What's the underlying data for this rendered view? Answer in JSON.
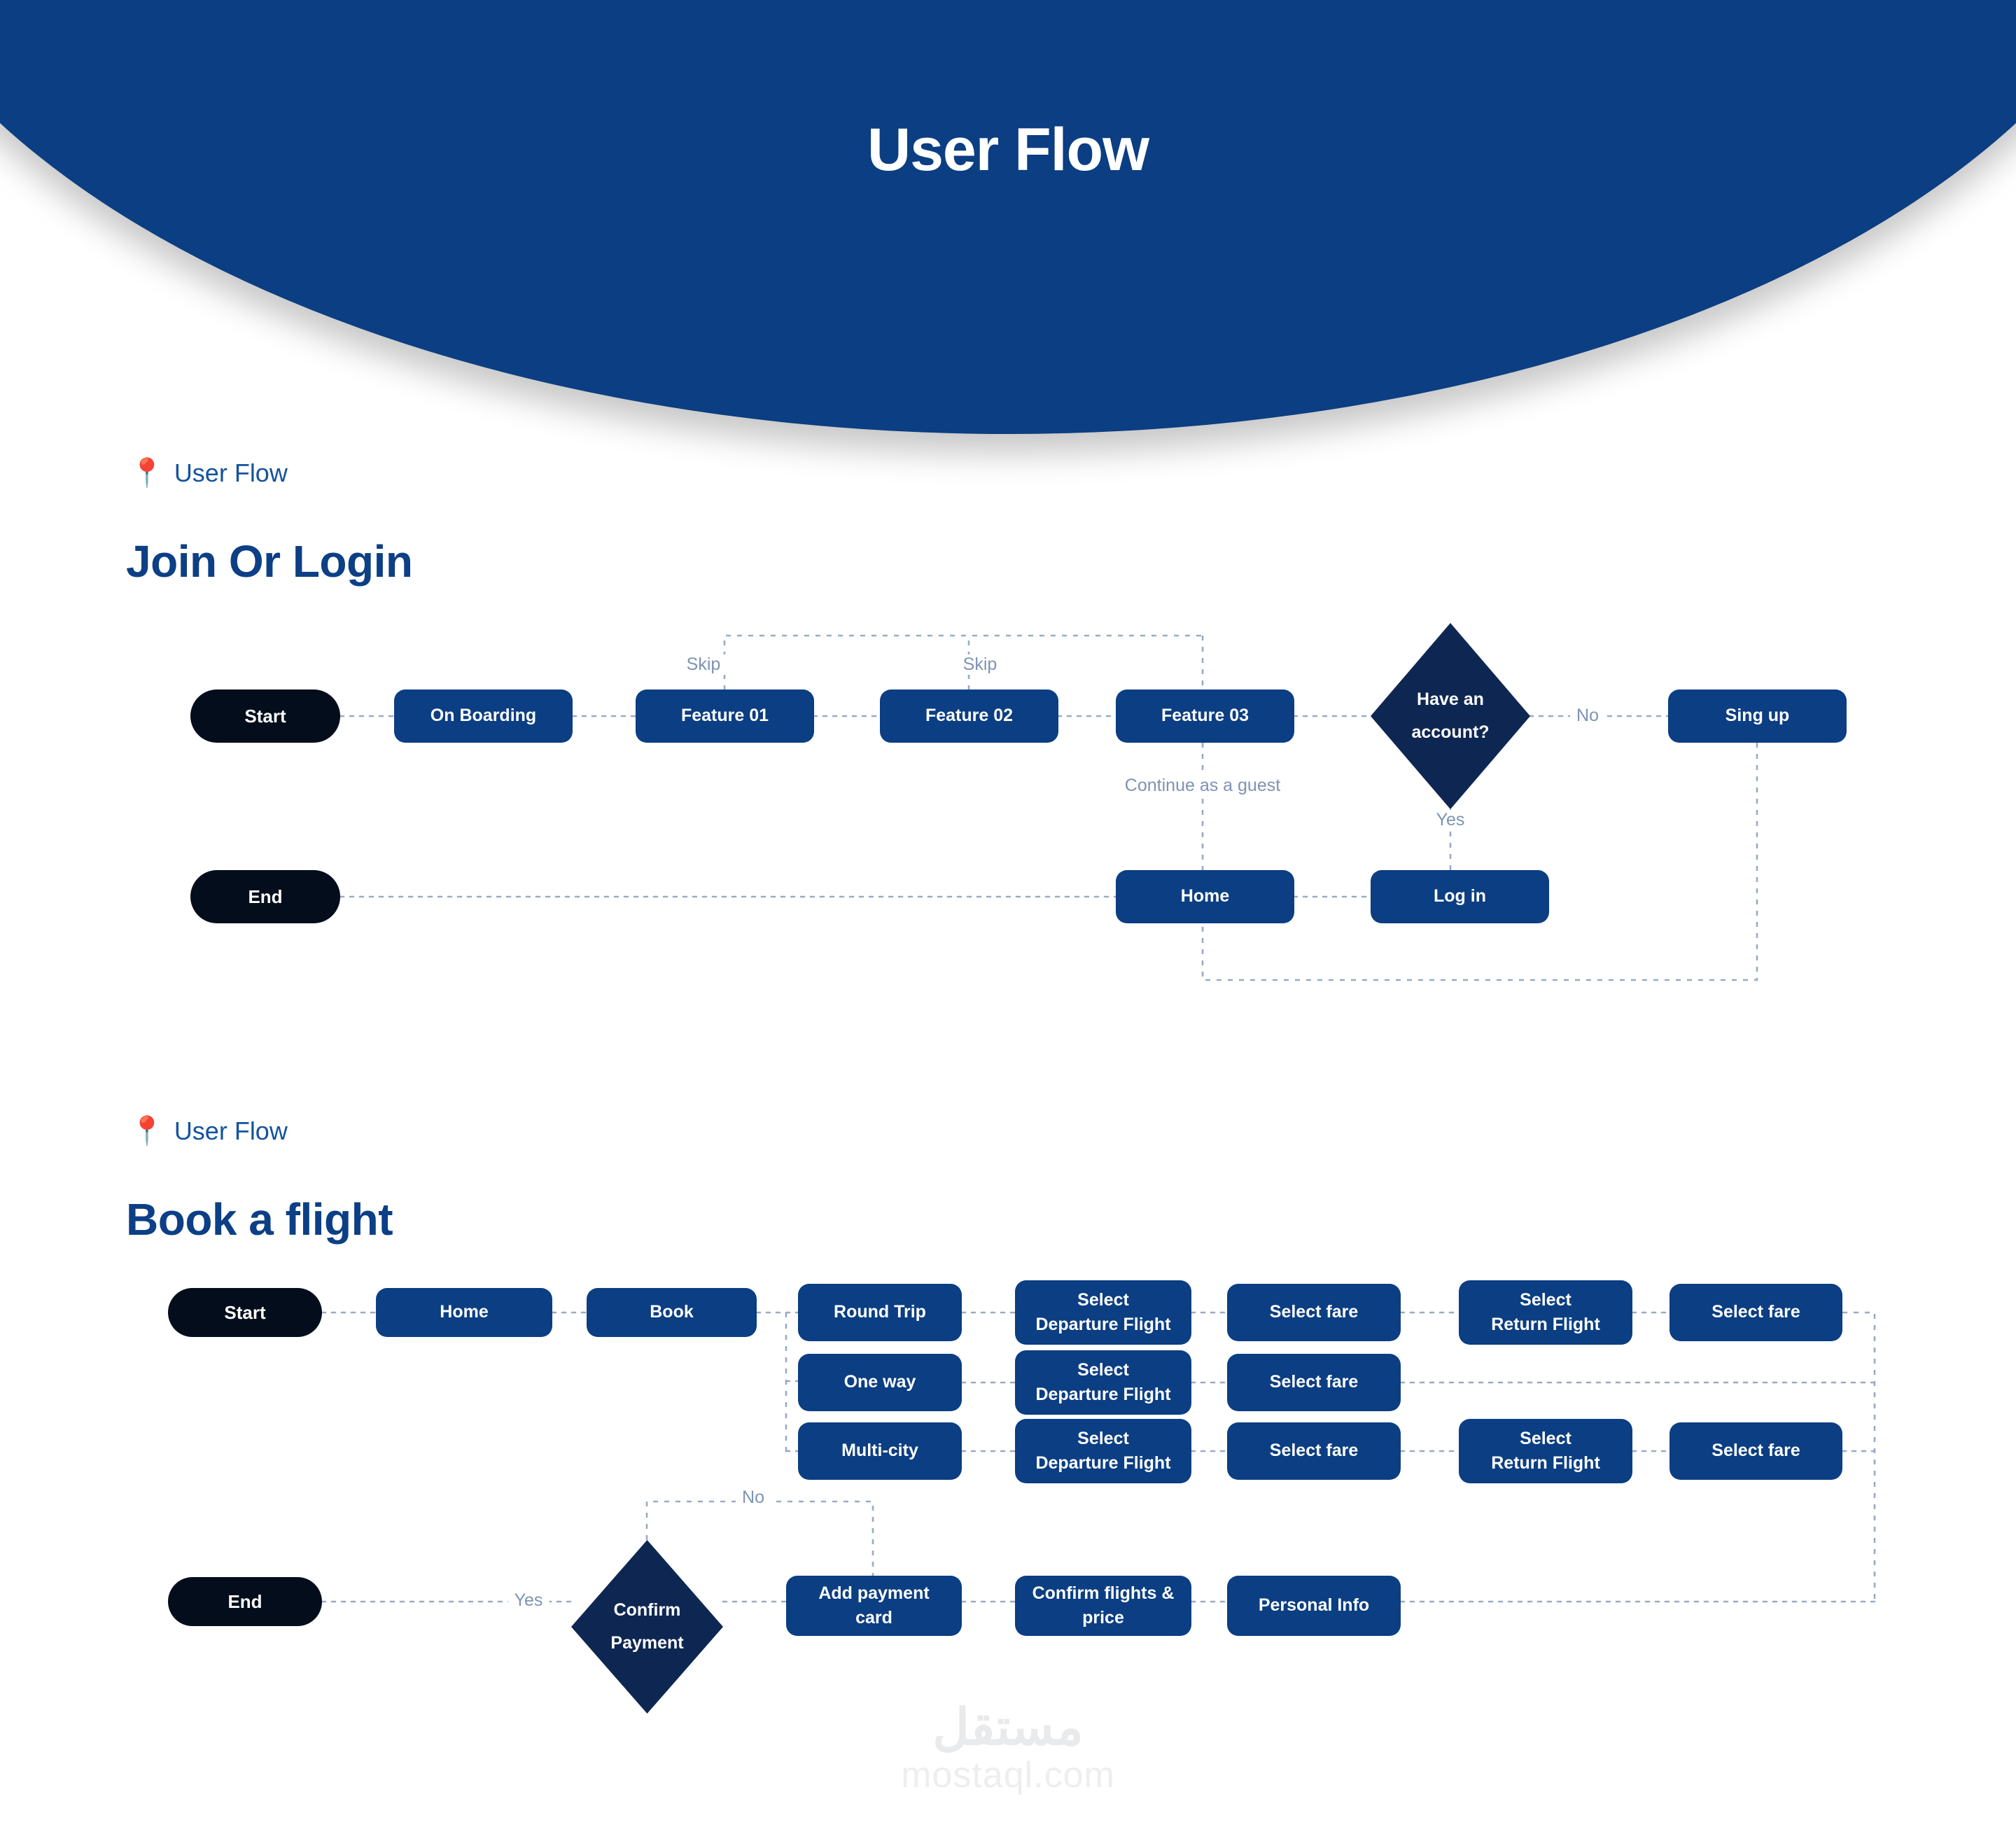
{
  "header": {
    "title": "User Flow",
    "background_color": "#0B3E82"
  },
  "colors": {
    "brand_blue": "#0B3E82",
    "deep_navy": "#0E2752",
    "terminal_black": "#040D1C",
    "heading_blue": "#0C3F85",
    "eyebrow_blue": "#14539E",
    "edge_label_gray": "#7E93B4",
    "connector_gray": "#9AAAC2"
  },
  "sections": [
    {
      "eyebrow": "User Flow",
      "eyebrow_icon": "map-pin-icon",
      "title": "Join Or Login",
      "nodes": [
        {
          "id": "start",
          "label": "Start",
          "type": "terminal"
        },
        {
          "id": "onboard",
          "label": "On Boarding",
          "type": "process"
        },
        {
          "id": "feature01",
          "label": "Feature 01",
          "type": "process"
        },
        {
          "id": "feature02",
          "label": "Feature 02",
          "type": "process"
        },
        {
          "id": "feature03",
          "label": "Feature 03",
          "type": "process"
        },
        {
          "id": "haveacct",
          "label": "Have an account?",
          "type": "decision",
          "line1": "Have an",
          "line2": "account?"
        },
        {
          "id": "signup",
          "label": "Sing up",
          "type": "process"
        },
        {
          "id": "end",
          "label": "End",
          "type": "terminal"
        },
        {
          "id": "home",
          "label": "Home",
          "type": "process"
        },
        {
          "id": "login",
          "label": "Log in",
          "type": "process"
        }
      ],
      "edge_labels": [
        {
          "id": "skip1",
          "text": "Skip"
        },
        {
          "id": "skip2",
          "text": "Skip"
        },
        {
          "id": "guest",
          "text": "Continue as a guest"
        },
        {
          "id": "no",
          "text": "No"
        },
        {
          "id": "yes",
          "text": "Yes"
        }
      ]
    },
    {
      "eyebrow": "User Flow",
      "eyebrow_icon": "map-pin-icon",
      "title": "Book a flight",
      "nodes": [
        {
          "id": "b-start",
          "label": "Start",
          "type": "terminal"
        },
        {
          "id": "b-home",
          "label": "Home",
          "type": "process"
        },
        {
          "id": "b-book",
          "label": "Book",
          "type": "process"
        },
        {
          "id": "b-round",
          "label": "Round Trip",
          "type": "process"
        },
        {
          "id": "b-dep1",
          "label": "Select Departure Flight",
          "type": "process",
          "line1": "Select",
          "line2": "Departure Flight"
        },
        {
          "id": "b-fare1",
          "label": "Select fare",
          "type": "process"
        },
        {
          "id": "b-ret1",
          "label": "Select Return Flight",
          "type": "process",
          "line1": "Select",
          "line2": "Return Flight"
        },
        {
          "id": "b-fare2",
          "label": "Select fare",
          "type": "process"
        },
        {
          "id": "b-oneway",
          "label": "One way",
          "type": "process"
        },
        {
          "id": "b-dep2",
          "label": "Select Departure Flight",
          "type": "process",
          "line1": "Select",
          "line2": "Departure Flight"
        },
        {
          "id": "b-fare3",
          "label": "Select fare",
          "type": "process"
        },
        {
          "id": "b-multi",
          "label": "Multi-city",
          "type": "process"
        },
        {
          "id": "b-dep3",
          "label": "Select Departure Flight",
          "type": "process",
          "line1": "Select",
          "line2": "Departure Flight"
        },
        {
          "id": "b-fare4",
          "label": "Select fare",
          "type": "process"
        },
        {
          "id": "b-ret2",
          "label": "Select Return Flight",
          "type": "process",
          "line1": "Select",
          "line2": "Return Flight"
        },
        {
          "id": "b-fare5",
          "label": "Select fare",
          "type": "process"
        },
        {
          "id": "b-end",
          "label": "End",
          "type": "terminal"
        },
        {
          "id": "b-confirmpay",
          "label": "Confirm Payment",
          "type": "decision",
          "line1": "Confirm",
          "line2": "Payment"
        },
        {
          "id": "b-addcard",
          "label": "Add payment card",
          "type": "process",
          "line1": "Add payment",
          "line2": "card"
        },
        {
          "id": "b-confirm",
          "label": "Confirm flights & price",
          "type": "process",
          "line1": "Confirm flights &",
          "line2": "price"
        },
        {
          "id": "b-personal",
          "label": "Personal Info",
          "type": "process"
        }
      ],
      "edge_labels": [
        {
          "id": "b-no",
          "text": "No"
        },
        {
          "id": "b-yes",
          "text": "Yes"
        }
      ]
    }
  ],
  "watermark": {
    "arabic": "مستقل",
    "latin": "mostaql.com"
  }
}
